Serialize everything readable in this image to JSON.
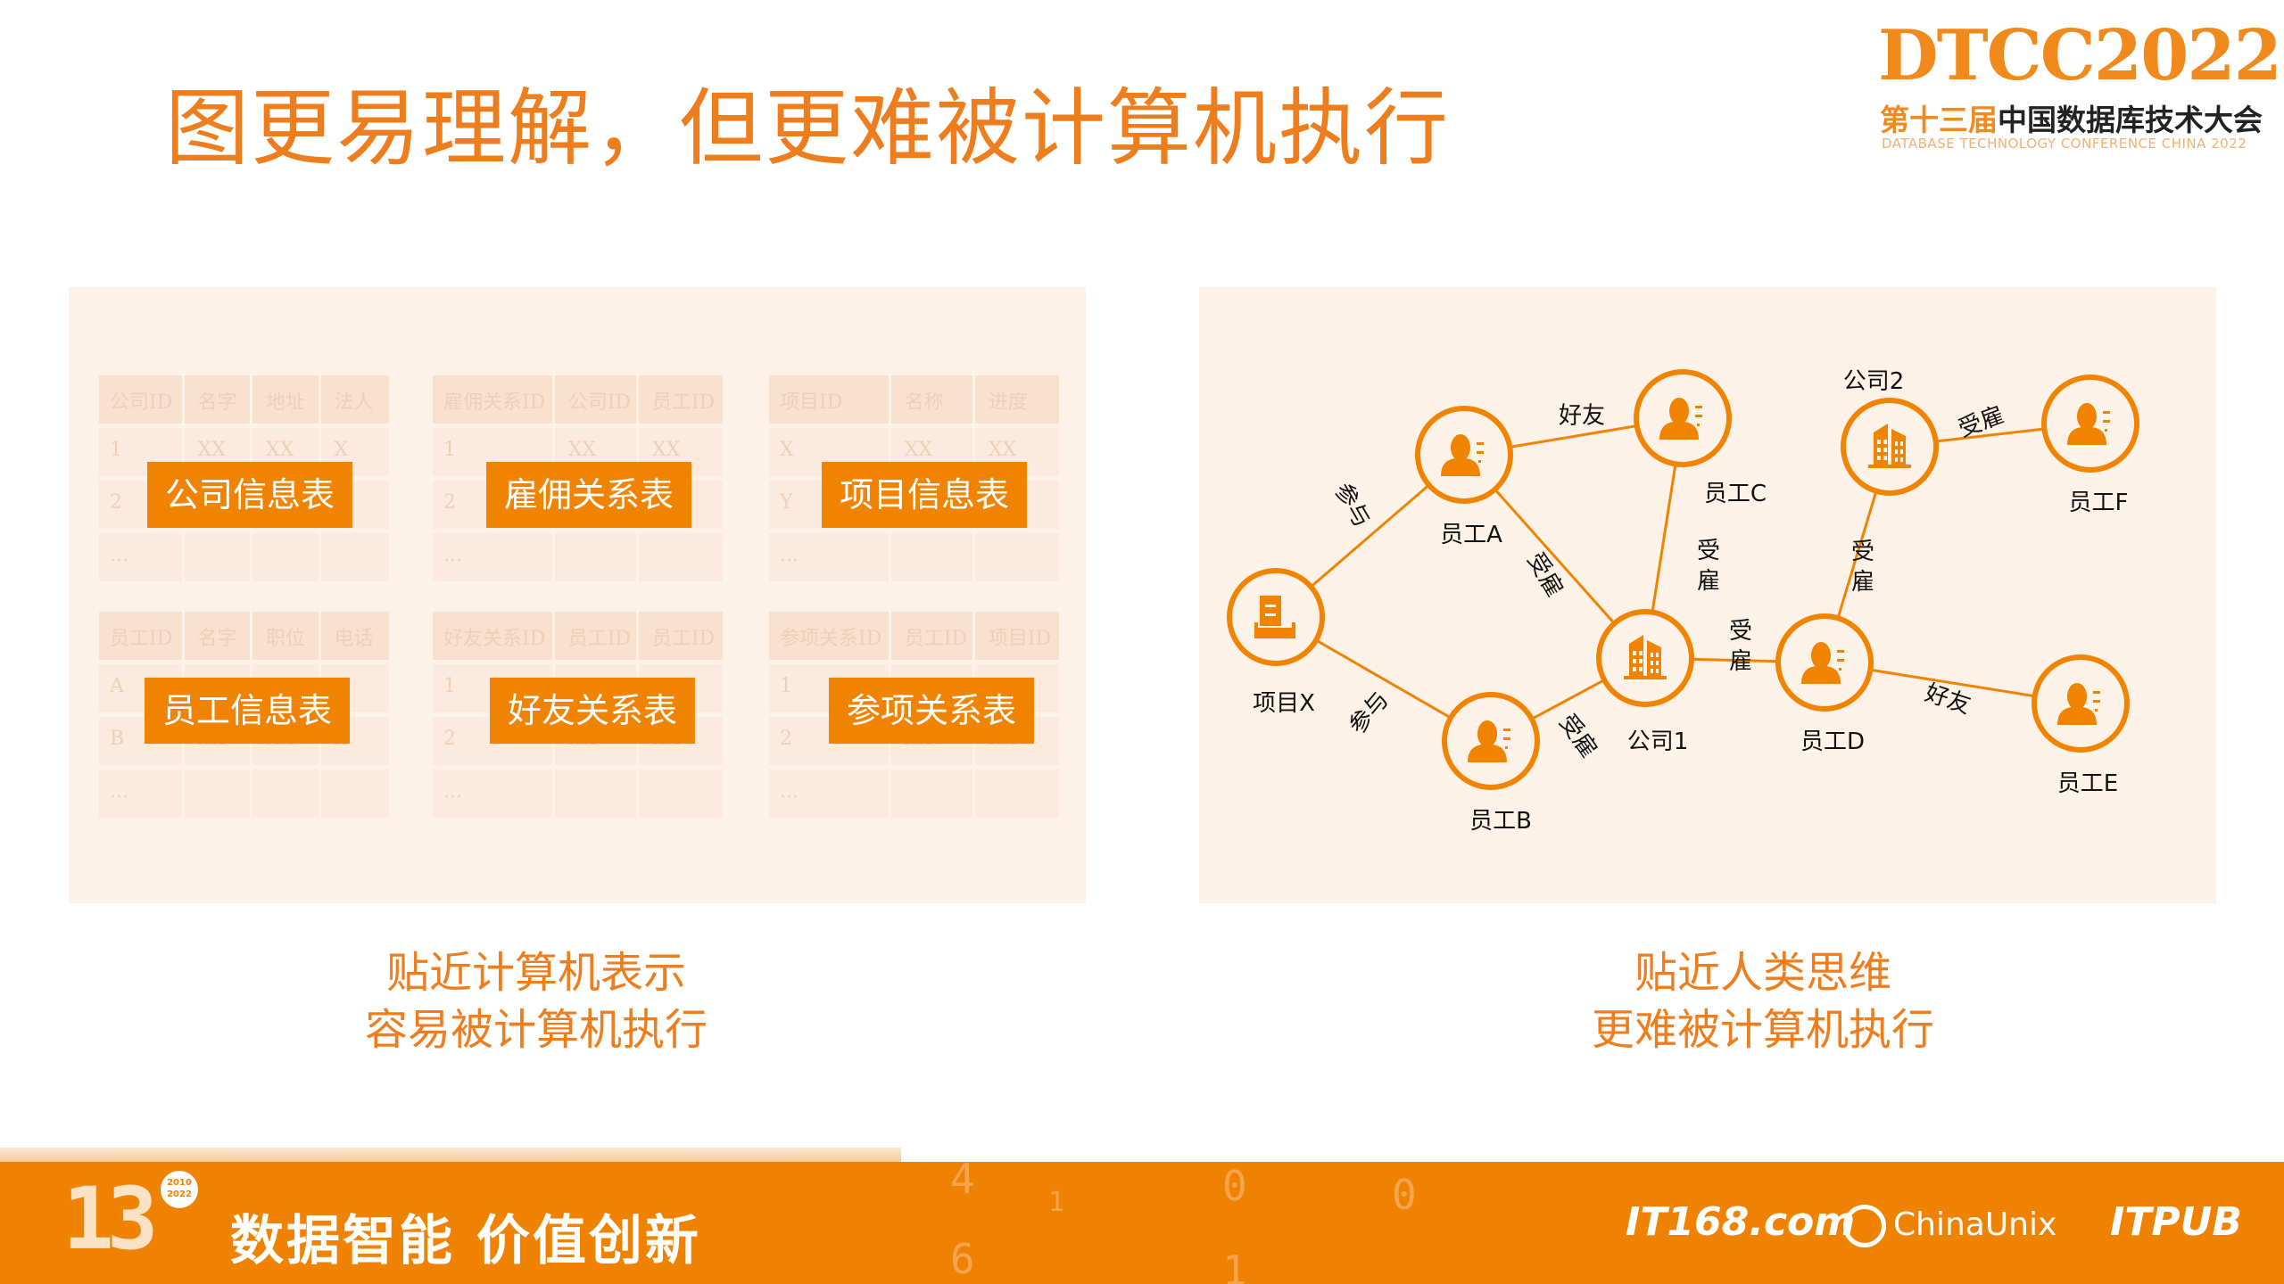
{
  "title": "图更易理解，但更难被计算机执行",
  "logo": {
    "main": "DTCC2022",
    "edition": "第十三届",
    "name": "中国数据库技术大会",
    "english": "DATABASE  TECHNOLOGY  CONFERENCE CHINA 2022"
  },
  "left_panel": {
    "tables": [
      {
        "label": "公司信息表",
        "headers": [
          "公司ID",
          "名字",
          "地址",
          "法人"
        ],
        "rows": [
          [
            "1",
            "XX",
            "XX",
            "X"
          ],
          [
            "2",
            "",
            "",
            ""
          ],
          [
            "...",
            "",
            "",
            ""
          ]
        ]
      },
      {
        "label": "雇佣关系表",
        "headers": [
          "雇佣关系ID",
          "公司ID",
          "员工ID"
        ],
        "rows": [
          [
            "1",
            "XX",
            "XX"
          ],
          [
            "2",
            "",
            ""
          ],
          [
            "...",
            "",
            ""
          ]
        ]
      },
      {
        "label": "项目信息表",
        "headers": [
          "项目ID",
          "名称",
          "进度"
        ],
        "rows": [
          [
            "X",
            "XX",
            "XX"
          ],
          [
            "Y",
            "",
            ""
          ],
          [
            "...",
            "",
            ""
          ]
        ]
      },
      {
        "label": "员工信息表",
        "headers": [
          "员工ID",
          "名字",
          "职位",
          "电话"
        ],
        "rows": [
          [
            "A",
            "",
            "",
            ""
          ],
          [
            "B",
            "XX",
            "XX",
            "X"
          ],
          [
            "...",
            "",
            "",
            ""
          ]
        ]
      },
      {
        "label": "好友关系表",
        "headers": [
          "好友关系ID",
          "员工ID",
          "员工ID"
        ],
        "rows": [
          [
            "1",
            "",
            ""
          ],
          [
            "2",
            "XX",
            "XX"
          ],
          [
            "...",
            "",
            ""
          ]
        ]
      },
      {
        "label": "参项关系表",
        "headers": [
          "参项关系ID",
          "员工ID",
          "项目ID"
        ],
        "rows": [
          [
            "1",
            "",
            ""
          ],
          [
            "2",
            "XX",
            "XX"
          ],
          [
            "...",
            "",
            ""
          ]
        ]
      }
    ],
    "caption": [
      "贴近计算机表示",
      "容易被计算机执行"
    ]
  },
  "right_panel": {
    "nodes": [
      {
        "id": "A",
        "label": "员工A",
        "type": "person"
      },
      {
        "id": "C",
        "label": "员工C",
        "type": "person"
      },
      {
        "id": "G2",
        "label": "公司2",
        "type": "company"
      },
      {
        "id": "F",
        "label": "员工F",
        "type": "person"
      },
      {
        "id": "X",
        "label": "项目X",
        "type": "project"
      },
      {
        "id": "G1",
        "label": "公司1",
        "type": "company"
      },
      {
        "id": "D",
        "label": "员工D",
        "type": "person"
      },
      {
        "id": "E",
        "label": "员工E",
        "type": "person"
      },
      {
        "id": "B",
        "label": "员工B",
        "type": "person"
      }
    ],
    "edges": [
      {
        "from": "A",
        "to": "C",
        "label": "好友"
      },
      {
        "from": "X",
        "to": "A",
        "label": "参与"
      },
      {
        "from": "A",
        "to": "G1",
        "label": "受雇"
      },
      {
        "from": "C",
        "to": "G1",
        "label": "受雇"
      },
      {
        "from": "G1",
        "to": "D",
        "label": "受雇"
      },
      {
        "from": "G2",
        "to": "D",
        "label": "受雇"
      },
      {
        "from": "G2",
        "to": "F",
        "label": "受雇"
      },
      {
        "from": "X",
        "to": "B",
        "label": "参与"
      },
      {
        "from": "B",
        "to": "G1",
        "label": "受雇"
      },
      {
        "from": "D",
        "to": "E",
        "label": "好友"
      }
    ],
    "caption": [
      "贴近人类思维",
      "更难被计算机执行"
    ]
  },
  "footer": {
    "badge": "13",
    "badge_years": "2010 2022",
    "slogan": "数据智能  价值创新",
    "partners": [
      "IT168.com",
      "ChinaUnix",
      "ITPUB"
    ]
  },
  "colors": {
    "accent": "#f08300",
    "title": "#ee7d1e",
    "panel": "#fdf2e8"
  }
}
